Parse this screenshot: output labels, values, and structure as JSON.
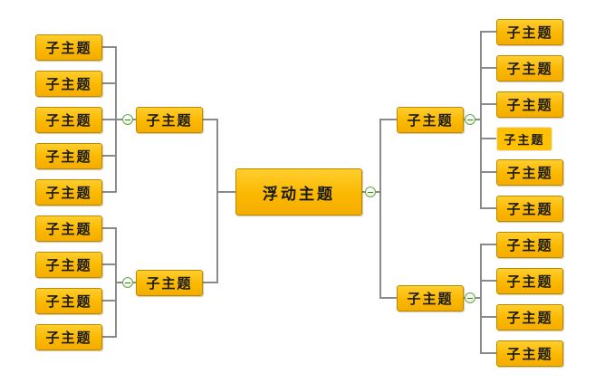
{
  "center": {
    "label": "浮动主题"
  },
  "left_branches": [
    {
      "label": "子主题",
      "children": [
        "子主题",
        "子主题",
        "子主题",
        "子主题",
        "子主题"
      ]
    },
    {
      "label": "子主题",
      "children": [
        "子主题",
        "子主题",
        "子主题",
        "子主题"
      ]
    }
  ],
  "right_branches": [
    {
      "label": "子主题",
      "children": [
        "子主题",
        "子主题",
        "子主题",
        "子主题",
        "子主题",
        "子主题"
      ]
    },
    {
      "label": "子主题",
      "children": [
        "子主题",
        "子主题",
        "子主题",
        "子主题"
      ]
    }
  ],
  "colors": {
    "topic_fill": "#ffc000",
    "topic_border": "#b98a00",
    "connector": "#8a8a8a",
    "collapse_button": "#6aa84f"
  }
}
